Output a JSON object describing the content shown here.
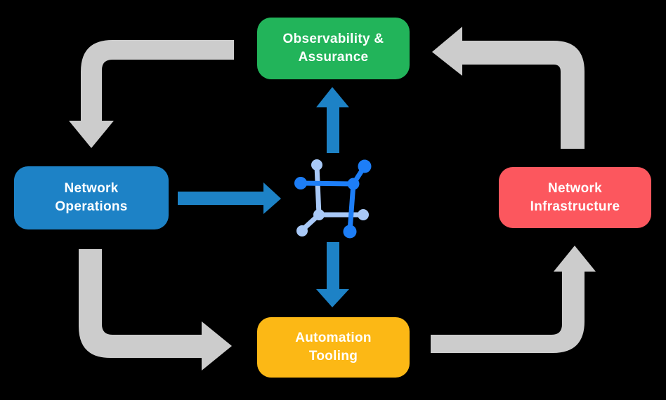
{
  "colors": {
    "background": "#000000",
    "arrow_gray": "#cccccc",
    "flow_blue": "#1d82c6",
    "icon_blue_dark": "#1d7ef7",
    "icon_blue_light": "#a9c9f7",
    "label_text": "#ffffff"
  },
  "nodes": {
    "top": {
      "lines": [
        "Observability &",
        "Assurance"
      ],
      "color": "#22b45a"
    },
    "left": {
      "lines": [
        "Network",
        "Operations"
      ],
      "color": "#1d82c6"
    },
    "right": {
      "lines": [
        "Network",
        "Infrastructure"
      ],
      "color": "#fc575e"
    },
    "bottom": {
      "lines": [
        "Automation",
        "Tooling"
      ],
      "color": "#fcb815"
    }
  },
  "icon": {
    "name": "network-automation-icon"
  }
}
